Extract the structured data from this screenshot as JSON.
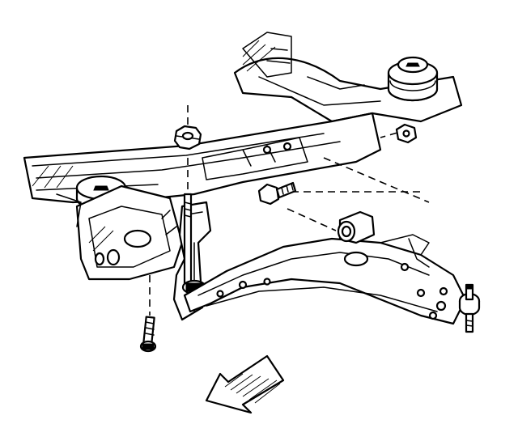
{
  "diagram": {
    "kind": "exploded-view line drawing",
    "colors": {
      "ink": "#000000",
      "paper": "#ffffff"
    },
    "parts": [
      "front-suspension-crossmember",
      "lower-control-arm",
      "ball-joint",
      "rear-bushing",
      "front-bushing-bolt",
      "crossmember-mount-insulator",
      "nut",
      "long-bolt",
      "bracket",
      "direction-arrow"
    ]
  }
}
